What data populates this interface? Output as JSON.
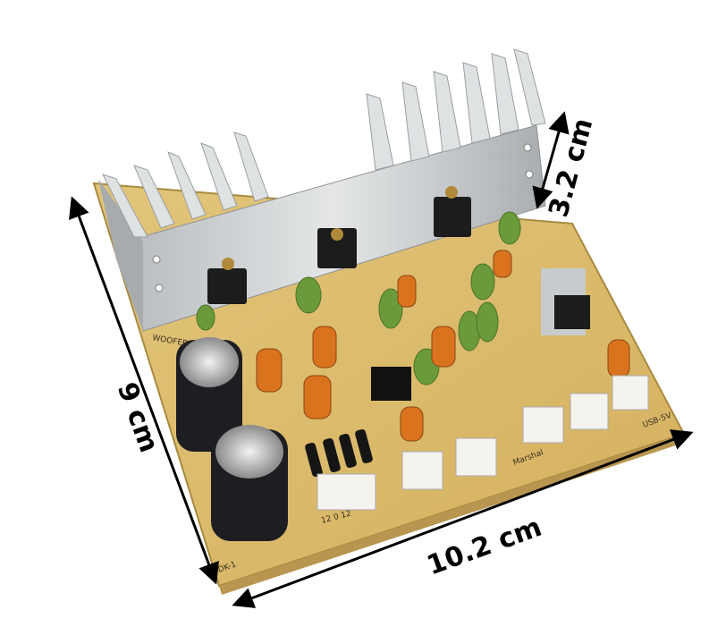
{
  "image": {
    "subject": "amplifier-circuit-board",
    "dimensions": {
      "height_label": "9 cm",
      "width_label": "10.2 cm",
      "heatsink_label": "3.2 cm"
    },
    "board_markings": {
      "brand": "Marshal",
      "model": "DK-1",
      "usb": "USB-5V",
      "channel": "WOOFER",
      "power": "12 0 12"
    },
    "colors": {
      "pcb": "#d9b869",
      "heatsink": "#c9ccce",
      "arrow": "#000000"
    }
  }
}
